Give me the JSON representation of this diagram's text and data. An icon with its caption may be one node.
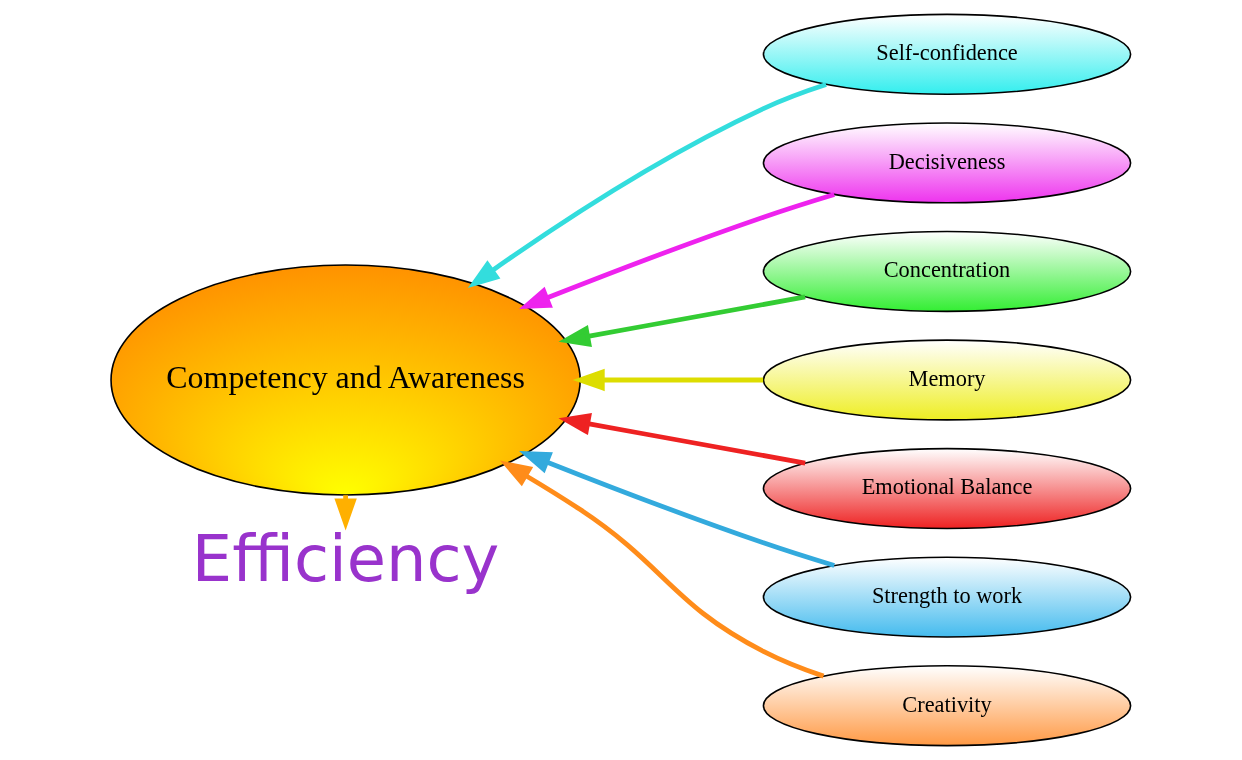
{
  "diagram": {
    "nodes": [
      {
        "text": [
          "Efficiency"
        ]
      },
      {
        "text": [
          "Competency and Awareness"
        ]
      },
      {
        "text": [
          "Self-confidence"
        ]
      },
      {
        "text": [
          "Decisiveness"
        ]
      },
      {
        "text": [
          "Concentration"
        ]
      },
      {
        "text": [
          "Memory"
        ]
      },
      {
        "text": [
          "Emotional Balance"
        ]
      },
      {
        "text": [
          "Strength to work"
        ]
      },
      {
        "text": [
          "Creativity"
        ]
      }
    ],
    "edges": [
      {
        "from": 1,
        "to": 0,
        "arrow": "to",
        "color": "#ffb000"
      },
      {
        "from": 2,
        "to": 1,
        "arrow": "to",
        "color": "#33dddd"
      },
      {
        "from": 3,
        "to": 1,
        "arrow": "to",
        "color": "#ee22ee"
      },
      {
        "from": 4,
        "to": 1,
        "arrow": "to",
        "color": "#33cc33"
      },
      {
        "from": 5,
        "to": 1,
        "arrow": "to",
        "color": "#dddd00"
      },
      {
        "from": 6,
        "to": 1,
        "arrow": "to",
        "color": "#ee2222"
      },
      {
        "from": 7,
        "to": 1,
        "arrow": "to",
        "color": "#33aadd"
      },
      {
        "from": 8,
        "to": 1,
        "arrow": "to",
        "color": "#ff8c1a"
      }
    ]
  }
}
